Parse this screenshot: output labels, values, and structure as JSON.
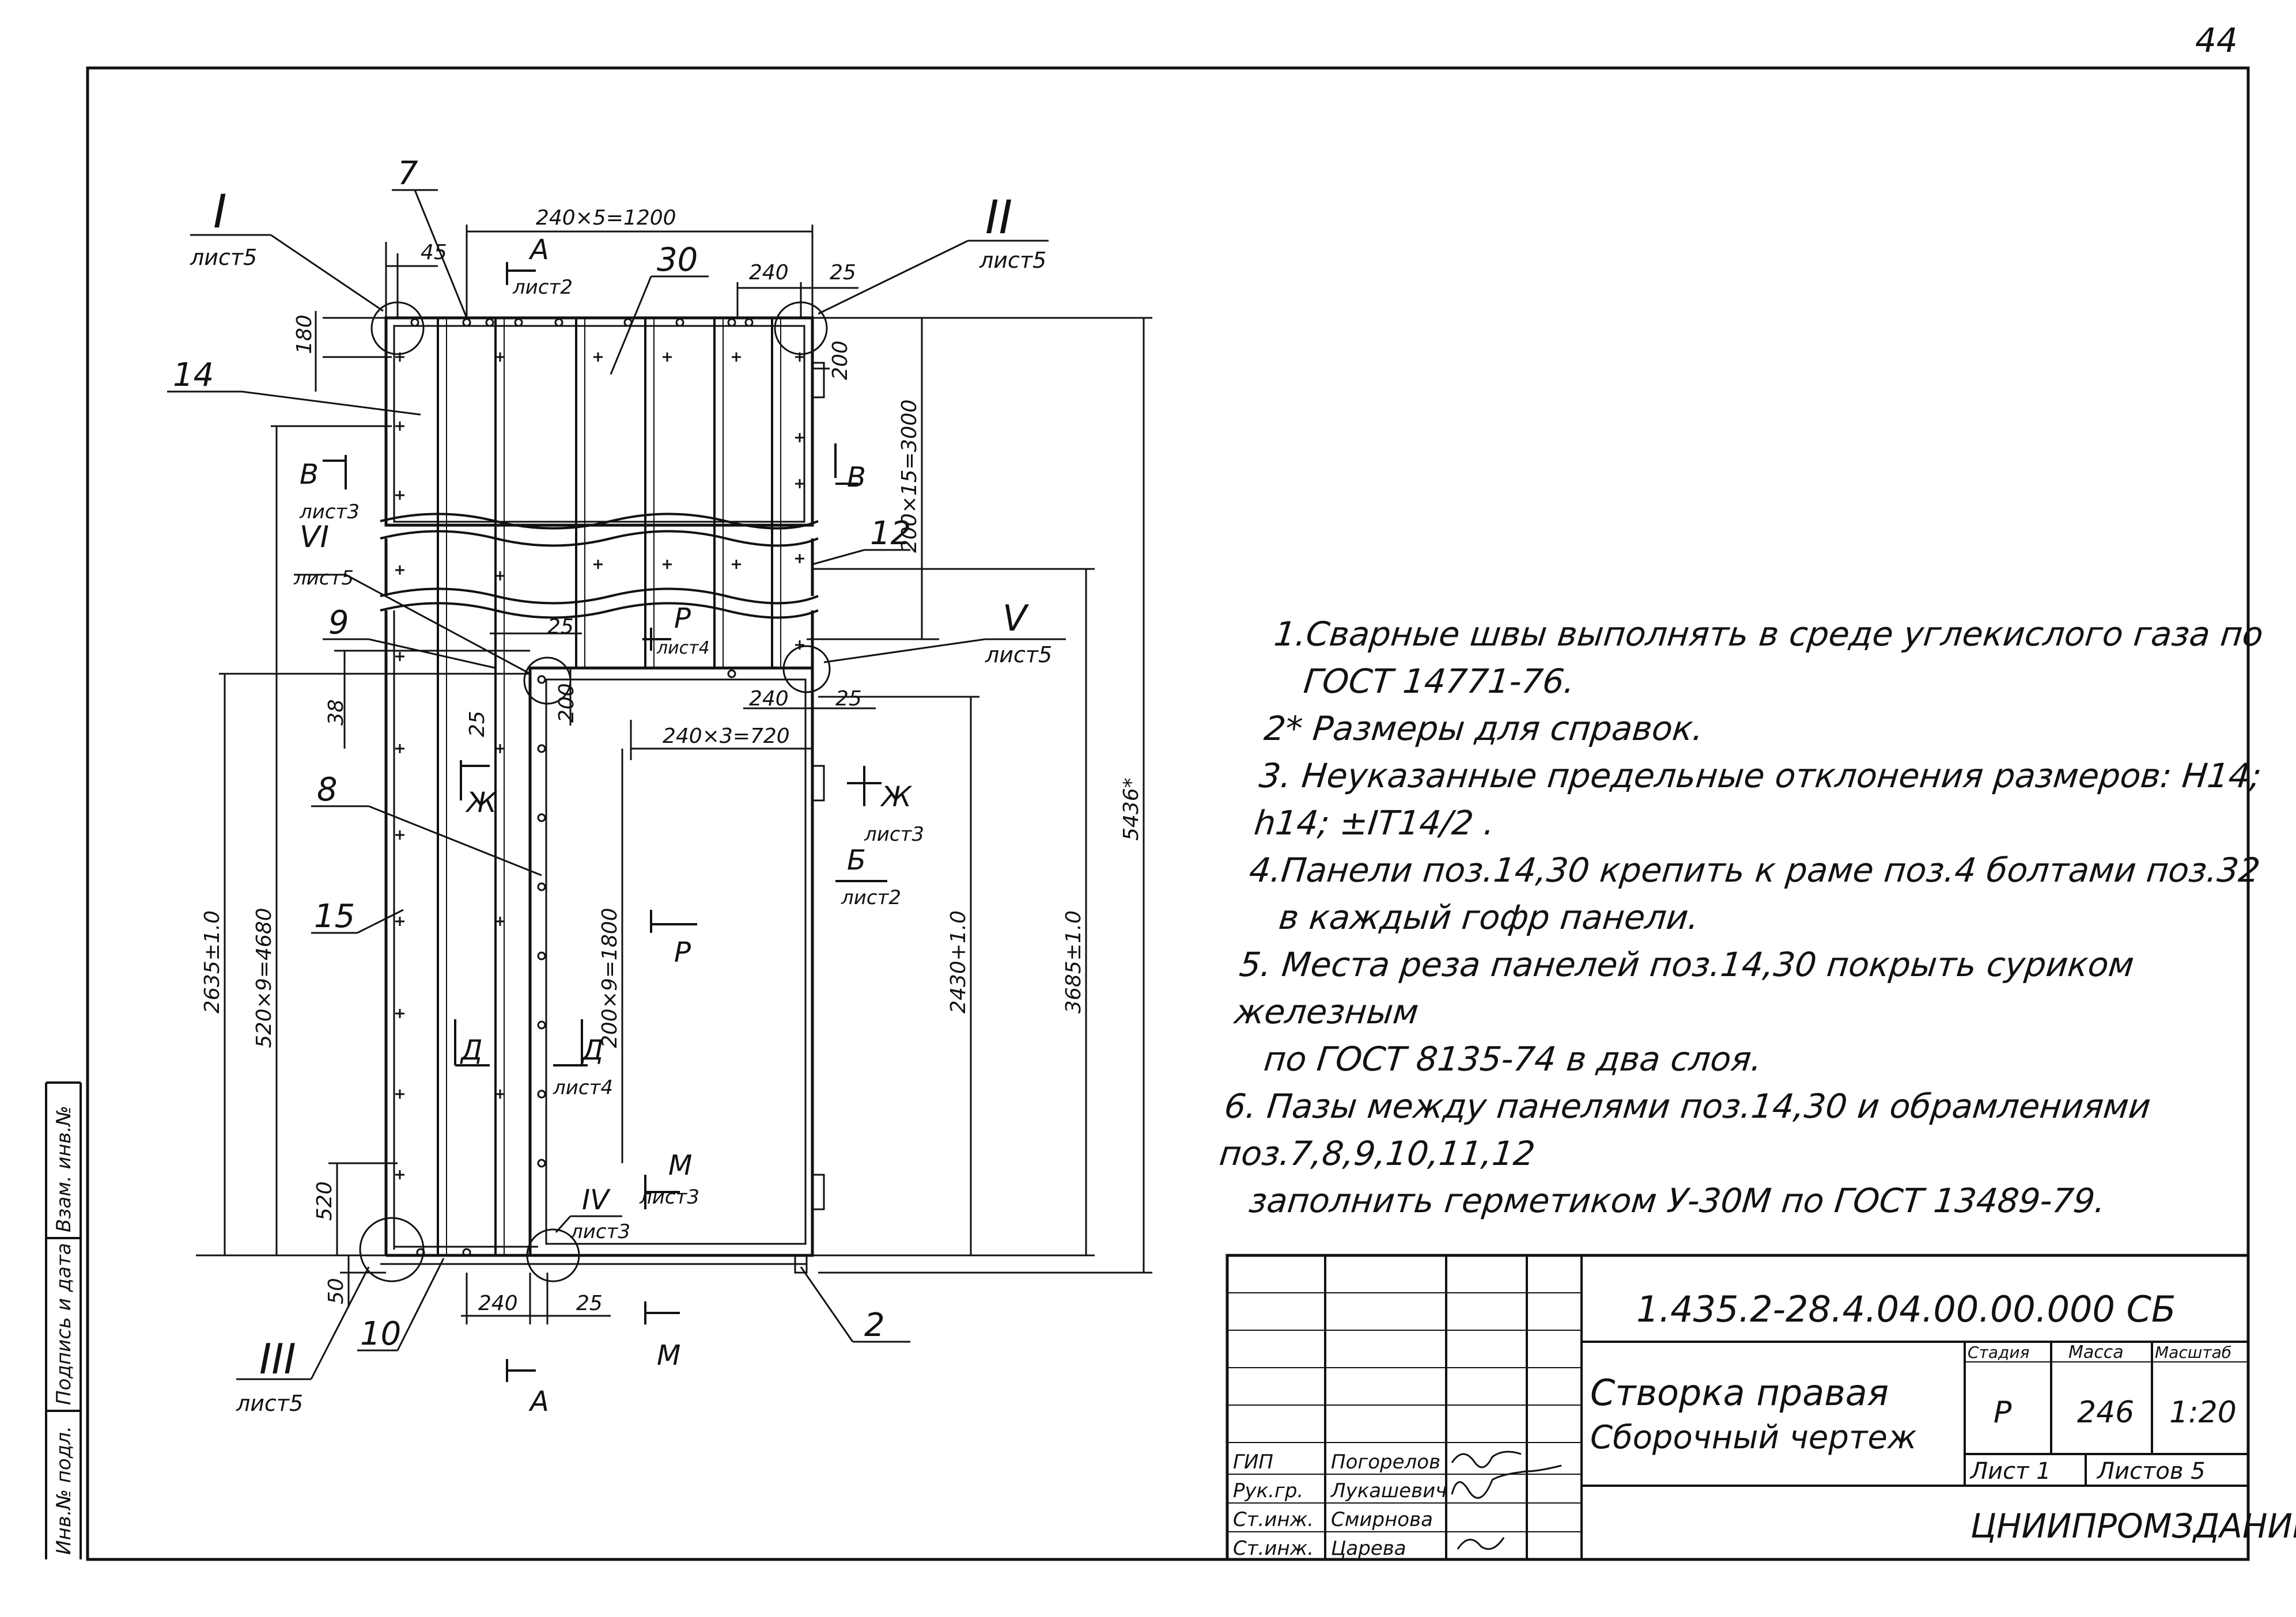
{
  "page_number": "44",
  "notes": [
    {
      "line1": "1.Сварные швы выполнять в среде углекислого газа по",
      "line2": "ГОСТ 14771-76."
    },
    {
      "line1": "2* Размеры для справок.",
      "line2": ""
    },
    {
      "line1": "3. Неуказанные предельные отклонения размеров: H14; h14; ±IT14/2 .",
      "line2": ""
    },
    {
      "line1": "4.Панели поз.14,30 крепить к раме поз.4 болтами поз.32",
      "line2": "в каждый гофр панели."
    },
    {
      "line1": "5. Места реза панелей поз.14,30 покрыть суриком железным",
      "line2": "по ГОСТ 8135-74 в два слоя."
    },
    {
      "line1": "6. Пазы между панелями поз.14,30 и обрамлениями поз.7,8,9,10,11,12",
      "line2": "заполнить герметиком У-30М по ГОСТ 13489-79."
    }
  ],
  "drawing": {
    "positions": [
      "7",
      "30",
      "14",
      "12",
      "9",
      "8",
      "15",
      "10",
      "2"
    ],
    "views": [
      {
        "numeral": "I",
        "sheet": "лист5"
      },
      {
        "numeral": "II",
        "sheet": "лист5"
      },
      {
        "numeral": "III",
        "sheet": "лист5"
      },
      {
        "numeral": "IV",
        "sheet": "лист3"
      },
      {
        "numeral": "V",
        "sheet": "лист5"
      },
      {
        "numeral": "VI",
        "sheet": "лист5"
      }
    ],
    "sections": [
      {
        "letter": "А",
        "sheet": "лист2"
      },
      {
        "letter": "В",
        "sheet": "лист3"
      },
      {
        "letter": "Р",
        "sheet": "лист4"
      },
      {
        "letter": "Ж",
        "sheet": "лист3"
      },
      {
        "letter": "Б",
        "sheet": "лист2"
      },
      {
        "letter": "Д",
        "sheet": "лист4"
      },
      {
        "letter": "М",
        "sheet": "лист3"
      }
    ],
    "dimensions": {
      "top_span": "240×5=1200",
      "d45": "45",
      "d240_top": "240",
      "d25_top": "25",
      "d180": "180",
      "d200_right": "200",
      "right_upper": "200×15=3000",
      "d25_mid": "25",
      "d200_mid": "200",
      "d38": "38",
      "d25_v": "25",
      "d240_mid": "240",
      "d25_mid2": "25",
      "mid_span": "240×3=720",
      "inner_v": "200×9=1800",
      "left_outer": "2635±1.0",
      "left_inner": "520×9=4680",
      "d520": "520",
      "d50": "50",
      "d240_bottom": "240",
      "d25_bottom": "25",
      "door_h": "2430+1.0",
      "right_mid": "3685±1.0",
      "overall": "5436*"
    }
  },
  "side_stamp": {
    "inv": "Инв.№ подл.",
    "sign": "Подпись и дата",
    "replace": "Взам. инв.№"
  },
  "title_block": {
    "doc_code": "1.435.2-28.4.04.00.00.000 СБ",
    "title_line1": "Створка правая",
    "title_line2": "Сборочный чертеж",
    "stage_label": "Стадия",
    "mass_label": "Масса",
    "scale_label": "Масштаб",
    "stage": "Р",
    "mass": "246",
    "scale": "1:20",
    "sheet": "Лист 1",
    "sheets": "Листов 5",
    "org": "ЦНИИПРОМЗДАНИЙ",
    "people": [
      {
        "role": "ГИП",
        "name": "Погорелов"
      },
      {
        "role": "Рук.гр.",
        "name": "Лукашевич"
      },
      {
        "role": "Ст.инж.",
        "name": "Смирнова"
      },
      {
        "role": "Ст.инж.",
        "name": "Царева"
      }
    ]
  }
}
